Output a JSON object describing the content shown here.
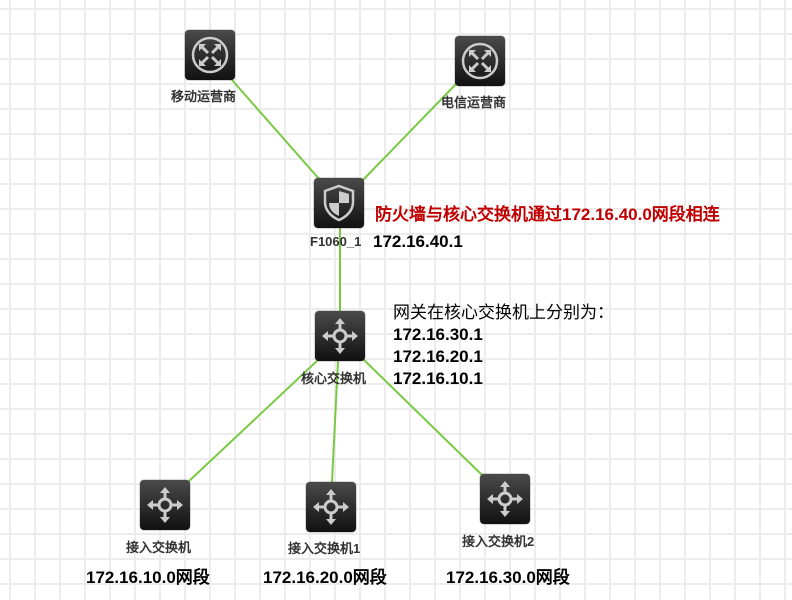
{
  "colors": {
    "link": "#7ac943",
    "note_red": "#c00000"
  },
  "devices": {
    "isp_mobile": {
      "label": "移动运营商",
      "icon": "router-icon"
    },
    "isp_telecom": {
      "label": "电信运营商",
      "icon": "router-icon"
    },
    "firewall": {
      "label": "F1060_1",
      "ip": "172.16.40.1",
      "icon": "firewall-shield-icon"
    },
    "core_switch": {
      "label": "核心交换机",
      "icon": "l3-switch-icon"
    },
    "access_switches": [
      {
        "label": "接入交换机",
        "segment": "172.16.10.0网段"
      },
      {
        "label": "接入交换机1",
        "segment": "172.16.20.0网段"
      },
      {
        "label": "接入交换机2",
        "segment": "172.16.30.0网段"
      }
    ]
  },
  "notes": {
    "firewall_link": "防火墙与核心交换机通过172.16.40.0网段相连",
    "gateway_title": "网关在核心交换机上分别为：",
    "gateways": [
      "172.16.30.1",
      "172.16.20.1",
      "172.16.10.1"
    ]
  }
}
